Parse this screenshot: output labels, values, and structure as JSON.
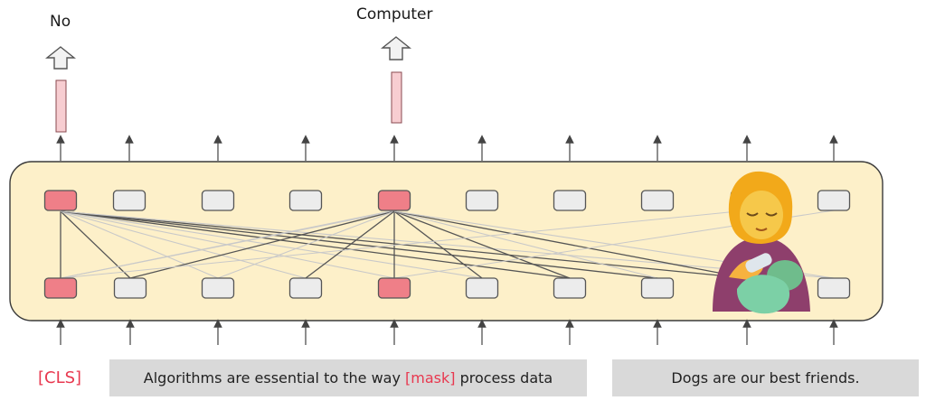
{
  "outputs": {
    "left_label": "No",
    "mid_label": "Computer"
  },
  "inputs": {
    "cls_token": "[CLS]",
    "sentence_a": {
      "before": "Algorithms are essential to the way ",
      "mask": "[mask]",
      "after": " process data"
    },
    "sentence_b": "Dogs are our best friends."
  },
  "colors": {
    "panel_fill": "#fdf0c9",
    "panel_stroke": "#3a3a3a",
    "token_fill": "#ececec",
    "highlight_fill": "#ef7f88",
    "output_bar": "#f7cdd1",
    "mask_text": "#e8384f",
    "line_strong": "#555555",
    "line_weak": "#c9c9c9",
    "sentence_bg": "#d9d9d9"
  },
  "icon": "person-feeding-baby-emoji-icon"
}
